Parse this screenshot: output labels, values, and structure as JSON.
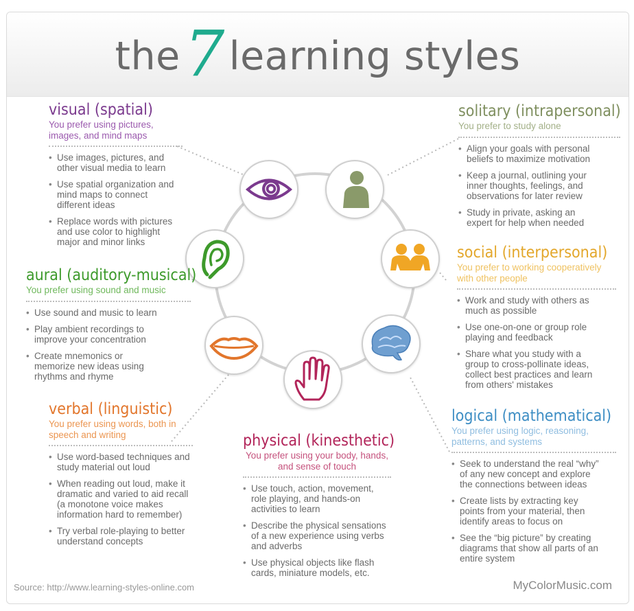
{
  "title": {
    "pre": "the",
    "number": "7",
    "post": "learning styles"
  },
  "styles": {
    "visual": {
      "title": "visual (spatial)",
      "subtitle": "You prefer using pictures, images, and mind maps",
      "color": "#7b3a8e",
      "bullets": [
        "Use images, pictures, and other visual media to learn",
        "Use spatial organization and mind maps to connect different ideas",
        "Replace words with pictures and use color to highlight major and minor links"
      ]
    },
    "aural": {
      "title": "aural (auditory-musical)",
      "subtitle": "You prefer using sound and music",
      "color": "#3d9a2b",
      "bullets": [
        "Use sound and music to learn",
        "Play ambient recordings to improve your concentration",
        "Create mnemonics or memorize new ideas using rhythms and rhyme"
      ]
    },
    "verbal": {
      "title": "verbal (linguistic)",
      "subtitle": "You prefer using words, both in speech and writing",
      "color": "#e2762c",
      "bullets": [
        "Use word-based techniques and study material out loud",
        "When reading out loud, make it dramatic and varied to aid recall (a monotone voice makes information hard to remember)",
        "Try verbal role-playing to better understand concepts"
      ]
    },
    "physical": {
      "title": "physical (kinesthetic)",
      "subtitle": "You prefer using your body, hands, and sense of touch",
      "color": "#b2255a",
      "bullets": [
        "Use touch, action, movement, role playing, and hands-on activities to learn",
        "Describe the physical sensations of a new experience using verbs and adverbs",
        "Use physical objects like flash cards, miniature models, etc."
      ]
    },
    "solitary": {
      "title": "solitary (intrapersonal)",
      "subtitle": "You prefer to study alone",
      "color": "#7f8f5f",
      "bullets": [
        "Align your goals with personal beliefs to maximize motivation",
        "Keep a journal, outlining your inner thoughts, feelings, and observations for later review",
        "Study in private, asking an expert for help when needed"
      ]
    },
    "social": {
      "title": "social (interpersonal)",
      "subtitle": "You prefer to working cooperatively with other people",
      "color": "#e3a72b",
      "bullets": [
        "Work and study with others as much as possible",
        "Use one-on-one or group role playing and feedback",
        "Share what you study with a group to cross-pollinate ideas, collect best practices and learn from others' mistakes"
      ]
    },
    "logical": {
      "title": "logical (mathematical)",
      "subtitle": "You prefer using logic, reasoning, patterns, and systems",
      "color": "#3e8ec4",
      "subtitle_color": "#8fbde0",
      "bullets": [
        "Seek to understand the real “why” of any new concept and explore the connections between ideas",
        "Create lists by extracting key points from your material, then identify areas to focus on",
        "See the “big picture” by creating diagrams that show all parts of an entire system"
      ]
    }
  },
  "icons": {
    "visual": "eye-icon",
    "solitary": "person-icon",
    "social": "people-icon",
    "logical": "brain-icon",
    "physical": "hand-icon",
    "verbal": "lips-icon",
    "aural": "ear-icon"
  },
  "footer": {
    "source": "Source: http://www.learning-styles-online.com",
    "brand": "MyColorMusic.com"
  }
}
